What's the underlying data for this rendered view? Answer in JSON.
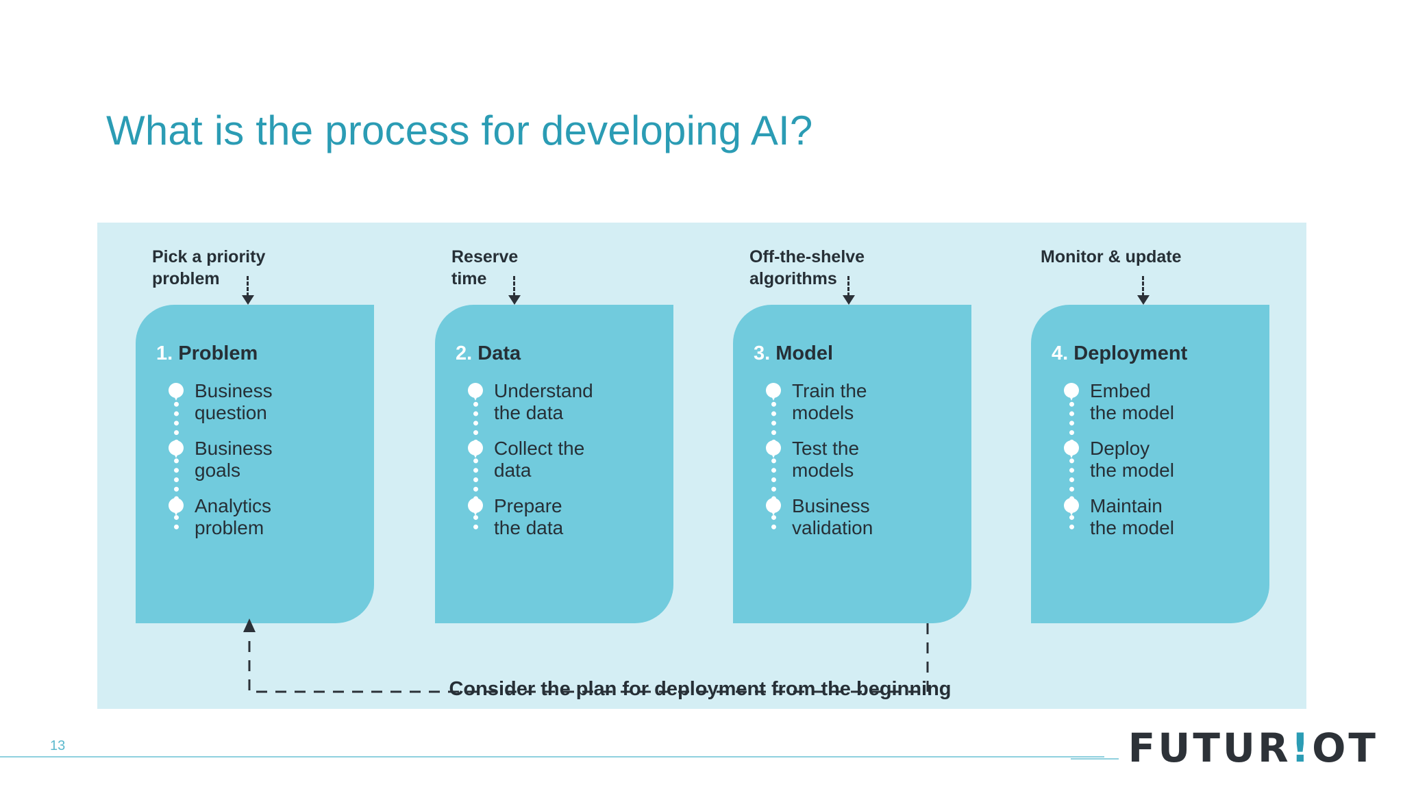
{
  "slide": {
    "title": "What is the process for developing AI?",
    "page_number": "13"
  },
  "colors": {
    "title_teal": "#2b9cb4",
    "panel_bg": "#d4eef4",
    "card_bg": "#71cbdd",
    "text_dark": "#262f36",
    "bullet_white": "#ffffff",
    "rule_teal": "#8fd0de"
  },
  "columns": [
    {
      "annotation": "Pick a priority\nproblem",
      "number": "1.",
      "name": "Problem",
      "steps": [
        {
          "text": "Business\nquestion"
        },
        {
          "text": "Business\ngoals"
        },
        {
          "text": "Analytics\nproblem"
        }
      ]
    },
    {
      "annotation": "Reserve\ntime",
      "number": "2.",
      "name": "Data",
      "steps": [
        {
          "text": "Understand\nthe data"
        },
        {
          "text": "Collect the\ndata"
        },
        {
          "text": "Prepare\nthe data"
        }
      ]
    },
    {
      "annotation": "Off-the-shelve\nalgorithms",
      "number": "3.",
      "name": "Model",
      "steps": [
        {
          "text": "Train the\nmodels"
        },
        {
          "text": "Test the\nmodels"
        },
        {
          "text": "Business\nvalidation"
        }
      ]
    },
    {
      "annotation": "Monitor & update",
      "number": "4.",
      "name": "Deployment",
      "steps": [
        {
          "text": "Embed\nthe model"
        },
        {
          "text": "Deploy\nthe model"
        },
        {
          "text": "Maintain\nthe model"
        }
      ]
    }
  ],
  "feedback_loop": {
    "caption": "Consider the plan for deployment from the beginning"
  },
  "logo": {
    "part1": "FUTUR",
    "bang": "!",
    "part2": "OT"
  }
}
